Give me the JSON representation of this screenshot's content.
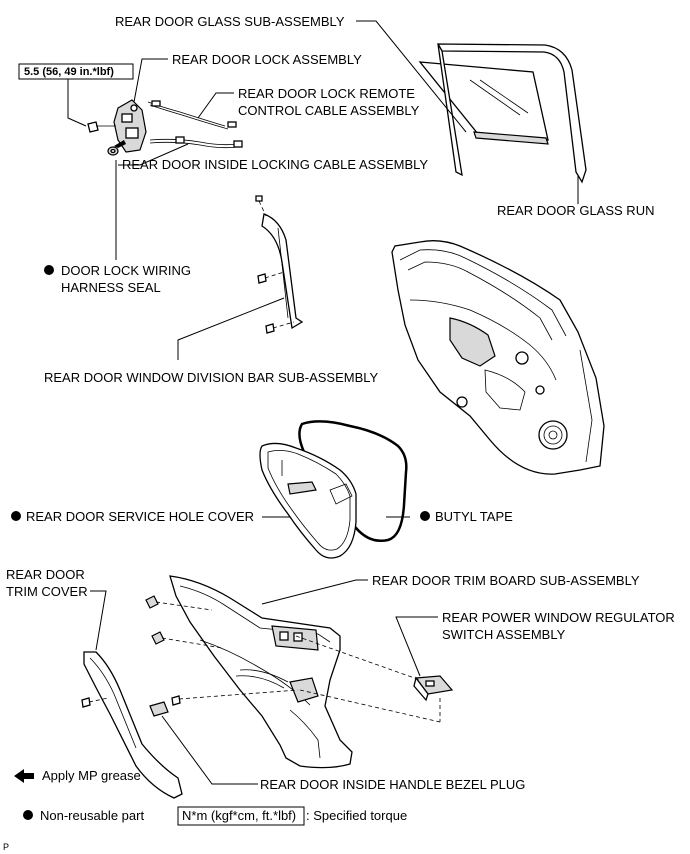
{
  "labels": {
    "glass": "REAR DOOR GLASS SUB-ASSEMBLY",
    "lock": "REAR DOOR LOCK ASSEMBLY",
    "remote_cable_1": "REAR DOOR LOCK REMOTE",
    "remote_cable_2": "CONTROL CABLE ASSEMBLY",
    "inside_cable": "REAR DOOR INSIDE LOCKING CABLE ASSEMBLY",
    "glass_run": "REAR DOOR GLASS RUN",
    "wiring_seal_1": "DOOR LOCK WIRING",
    "wiring_seal_2": "HARNESS SEAL",
    "division_bar": "REAR DOOR WINDOW DIVISION BAR SUB-ASSEMBLY",
    "service_cover": "REAR DOOR SERVICE HOLE COVER",
    "butyl": "BUTYL TAPE",
    "trim_cover_1": "REAR DOOR",
    "trim_cover_2": "TRIM COVER",
    "trim_board": "REAR DOOR TRIM BOARD SUB-ASSEMBLY",
    "switch_1": "REAR POWER WINDOW REGULATOR",
    "switch_2": "SWITCH ASSEMBLY",
    "bezel_plug": "REAR DOOR INSIDE HANDLE BEZEL PLUG"
  },
  "torque_box": "5.5 (56, 49 in.*lbf)",
  "legend": {
    "grease": "Apply MP grease",
    "non_reusable": "Non-reusable part",
    "torque_unit": "N*m (kgf*cm, ft.*lbf)",
    "specified": ": Specified torque"
  },
  "corner_mark": "P"
}
